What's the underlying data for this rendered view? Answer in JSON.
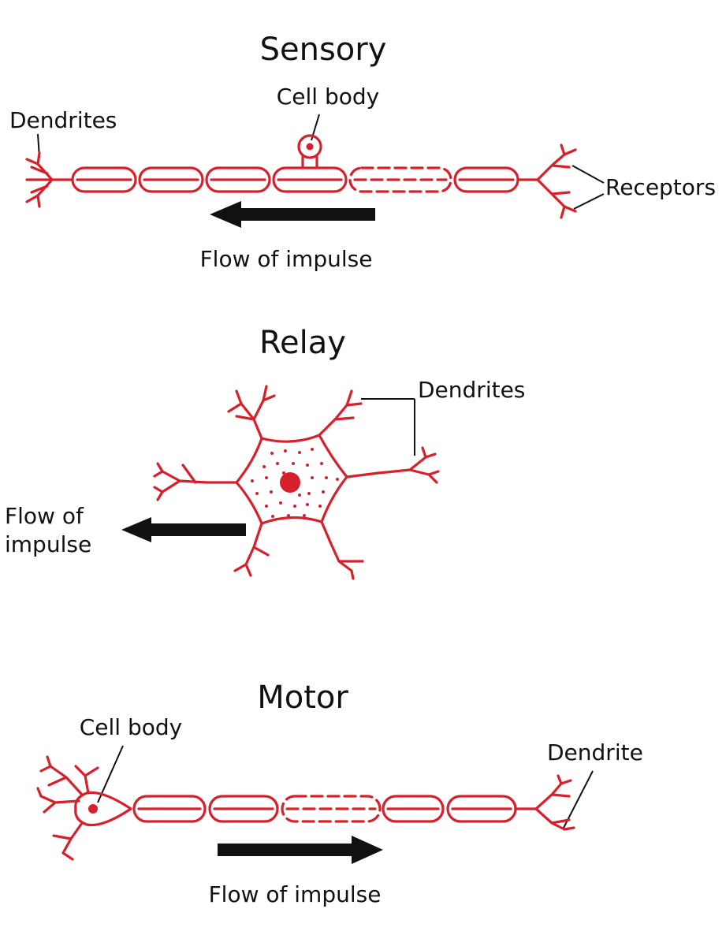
{
  "colors": {
    "neuron": "#d6202b",
    "arrow": "#111111",
    "text": "#111111",
    "background": "#ffffff"
  },
  "sensory": {
    "title": "Sensory",
    "cell_body_label": "Cell body",
    "dendrites_label": "Dendrites",
    "receptors_label": "Receptors",
    "flow_label": "Flow of impulse",
    "flow_direction": "left"
  },
  "relay": {
    "title": "Relay",
    "dendrites_label": "Dendrites",
    "flow_label_line1": "Flow of",
    "flow_label_line2": "impulse",
    "flow_direction": "left"
  },
  "motor": {
    "title": "Motor",
    "cell_body_label": "Cell body",
    "dendrite_label": "Dendrite",
    "flow_label": "Flow of impulse",
    "flow_direction": "right"
  }
}
